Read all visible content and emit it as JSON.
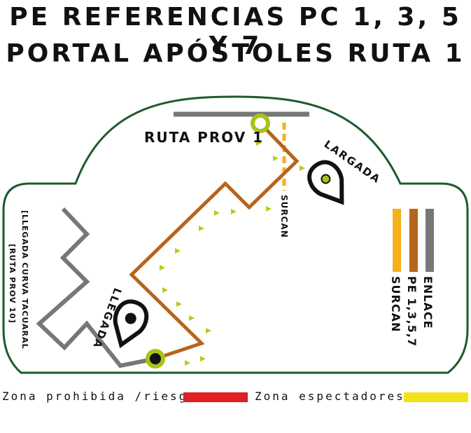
{
  "title_line1": "PE REFERENCIAS PC 1, 3, 5  Y 7",
  "title_line2": "PORTAL APÓSTOLES RUTA 1",
  "map": {
    "road_label": "RUTA PROV 1",
    "start_label": "LARGADA",
    "finish_label": "LLEGADA",
    "surcan_label": "SURCAN",
    "side_note": [
      "[LLEGADA CURVA TACUARAL",
      "[RUTA PROV 10]"
    ],
    "route_legend": [
      "ENLACE",
      "PE 1,3,5,7",
      "SURCAN"
    ],
    "colors": {
      "stage_route": "#b5651d",
      "link_route": "#777777",
      "surcan_route": "#f5b01a",
      "border": "#1e5a2e",
      "marker_ring": "#a8c21a"
    }
  },
  "legend": {
    "prohibited_label": "Zona prohibida /riesgo",
    "prohibited_color": "#e02020",
    "spectators_label": "Zona espectadores",
    "spectators_color": "#f2e21a"
  }
}
